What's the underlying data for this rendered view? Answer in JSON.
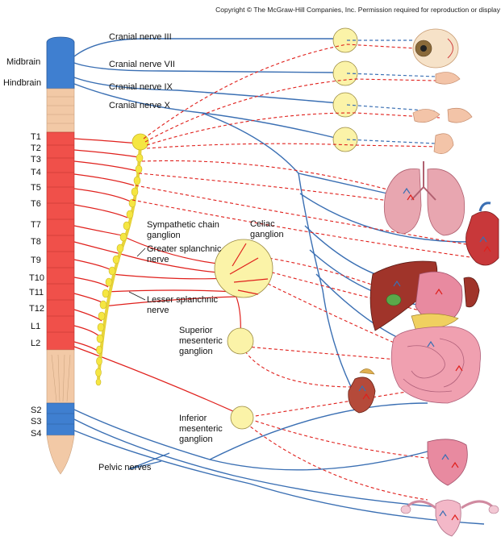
{
  "copyright": "Copyright © The McGraw-Hill Companies, Inc. Permission required for reproduction or display",
  "regions": {
    "midbrain": "Midbrain",
    "hindbrain": "Hindbrain"
  },
  "segments": [
    "T1",
    "T2",
    "T3",
    "T4",
    "T5",
    "T6",
    "T7",
    "T8",
    "T9",
    "T10",
    "T11",
    "T12",
    "L1",
    "L2"
  ],
  "sacral": [
    "S2",
    "S3",
    "S4"
  ],
  "cranial_nerves": [
    "Cranial nerve III",
    "Cranial nerve VII",
    "Cranial nerve IX",
    "Cranial nerve X"
  ],
  "ganglia": {
    "sympathetic_chain": [
      "Sympathetic chain",
      "ganglion"
    ],
    "greater_splanchnic": [
      "Greater splanchnic",
      "nerve"
    ],
    "lesser_splanchnic": [
      "Lesser splanchnic",
      "nerve"
    ],
    "celiac": [
      "Celiac",
      "ganglion"
    ],
    "superior_mesenteric": [
      "Superior",
      "mesenteric",
      "ganglion"
    ],
    "inferior_mesenteric": [
      "Inferior",
      "mesenteric",
      "ganglion"
    ]
  },
  "pelvic_nerves": "Pelvic nerves",
  "colors": {
    "sympathetic": "#e0201c",
    "parasympathetic": "#3a6fb3",
    "thoracolumbar_cord": "#f0504a",
    "craniosacral_cord": "#3f7fd0",
    "cord_other": "#f2c9a6",
    "ganglion_fill": "#fbf3a8",
    "chain": "#f5e642"
  }
}
